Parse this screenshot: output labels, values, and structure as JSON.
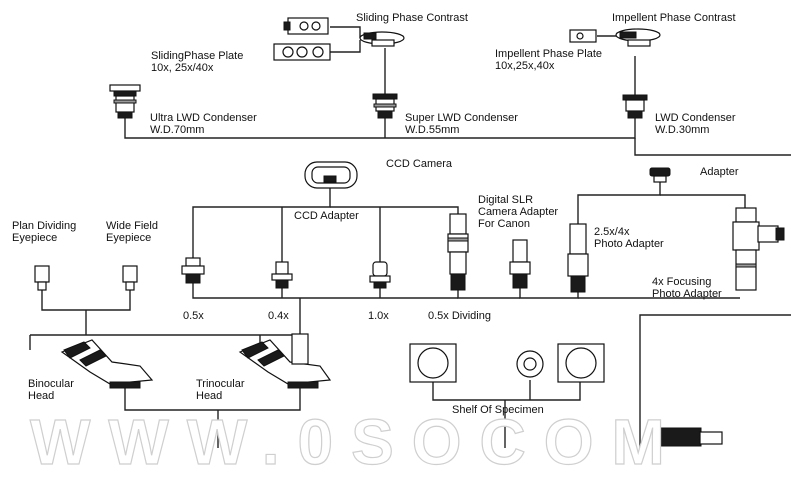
{
  "labels": {
    "sliding_phase_contrast": "Sliding Phase Contrast",
    "impellent_phase_contrast": "Impellent Phase Contrast",
    "sliding_phase_plate": [
      "SlidingPhase Plate",
      "10x, 25x/40x"
    ],
    "impellent_phase_plate": [
      "Impellent Phase Plate",
      "10x,25x,40x"
    ],
    "ultra_lwd_condenser": [
      "Ultra LWD Condenser",
      "W.D.70mm"
    ],
    "super_lwd_condenser": [
      "Super LWD Condenser",
      "W.D.55mm"
    ],
    "lwd_condenser": [
      "LWD Condenser",
      "W.D.30mm"
    ],
    "ccd_camera": "CCD Camera",
    "ccd_adapter": "CCD Adapter",
    "adapter": "Adapter",
    "digital_slr": [
      "Digital SLR",
      "Camera Adapter",
      "For Canon"
    ],
    "photo_adapter": [
      "2.5x/4x",
      "Photo Adapter"
    ],
    "focusing_photo_adapter": [
      "4x Focusing",
      "Photo Adapter"
    ],
    "plan_dividing_eyepiece": [
      "Plan Dividing",
      "Eyepiece"
    ],
    "wide_field_eyepiece": [
      "Wide Field",
      "Eyepiece"
    ],
    "mag_05": "0.5x",
    "mag_04": "0.4x",
    "mag_10": "1.0x",
    "mag_05_dividing": "0.5x Dividing",
    "binocular_head": [
      "Binocular",
      "Head"
    ],
    "trinocular_head": [
      "Trinocular",
      "Head"
    ],
    "shelf_of_specimen": "Shelf Of Specimen"
  },
  "watermark": "WWW.0SOCOM",
  "colors": {
    "line": "#222222",
    "part_fill": "#ffffff",
    "dark_part": "#1a1a1a",
    "grey_part": "#9a9a9a",
    "watermark": "#cfcfcf"
  }
}
